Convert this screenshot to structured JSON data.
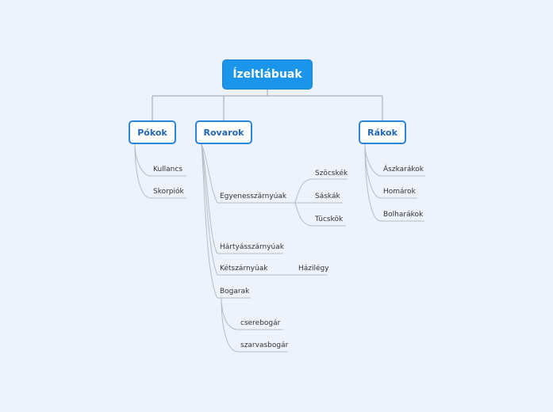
{
  "root": {
    "label": "Ízeltlábuak"
  },
  "branches": {
    "pokok": {
      "label": "Pókok",
      "children": [
        "Kullancs",
        "Skorpiók"
      ]
    },
    "rovarok": {
      "label": "Rovarok",
      "children": {
        "egyenesszarnyuak": {
          "label": "Egyenesszárnyúak",
          "children": [
            "Szöcskék",
            "Sáskák",
            "Tücskök"
          ]
        },
        "hartyasszarnyuak": {
          "label": "Hártyásszárnyúak"
        },
        "ketszarnyuak": {
          "label": "Kétszárnyúak",
          "children": [
            "Házilégy"
          ]
        },
        "bogarak": {
          "label": "Bogarak",
          "children": [
            "cserebogár",
            "szarvasbogár"
          ]
        }
      }
    },
    "rakok": {
      "label": "Rákok",
      "children": [
        "Ászkarákok",
        "Homárok",
        "Bolharákok"
      ]
    }
  },
  "colors": {
    "background": "#eef3fb",
    "root_fill": "#1a95ea",
    "branch_border": "#2a86d8",
    "branch_text": "#2166b8",
    "connector": "#9aa3ad"
  }
}
